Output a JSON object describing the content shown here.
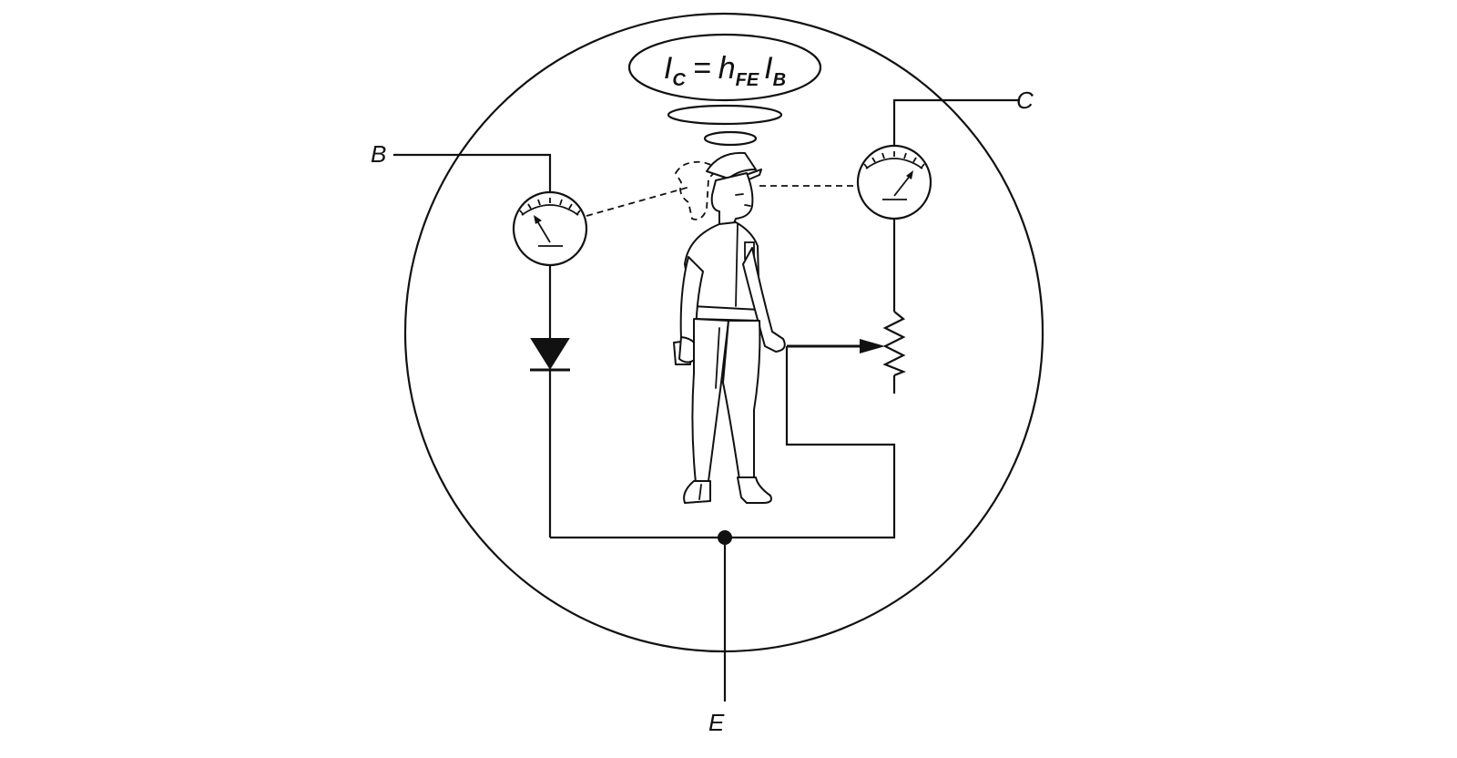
{
  "terminals": {
    "base": "B",
    "collector": "C",
    "emitter": "E"
  },
  "equation": {
    "i_c": "I",
    "i_c_sub": "C",
    "equals": "=",
    "h": "h",
    "h_sub": "FE",
    "i_b": "I",
    "i_b_sub": "B"
  },
  "colors": {
    "ink": "#111111",
    "paper": "#ffffff"
  },
  "icons": {
    "base_meter": "ammeter-gauge-icon",
    "collector_meter": "ammeter-gauge-icon",
    "diode": "diode-icon",
    "rheostat": "variable-resistor-icon",
    "operator": "operator-figure-icon"
  }
}
